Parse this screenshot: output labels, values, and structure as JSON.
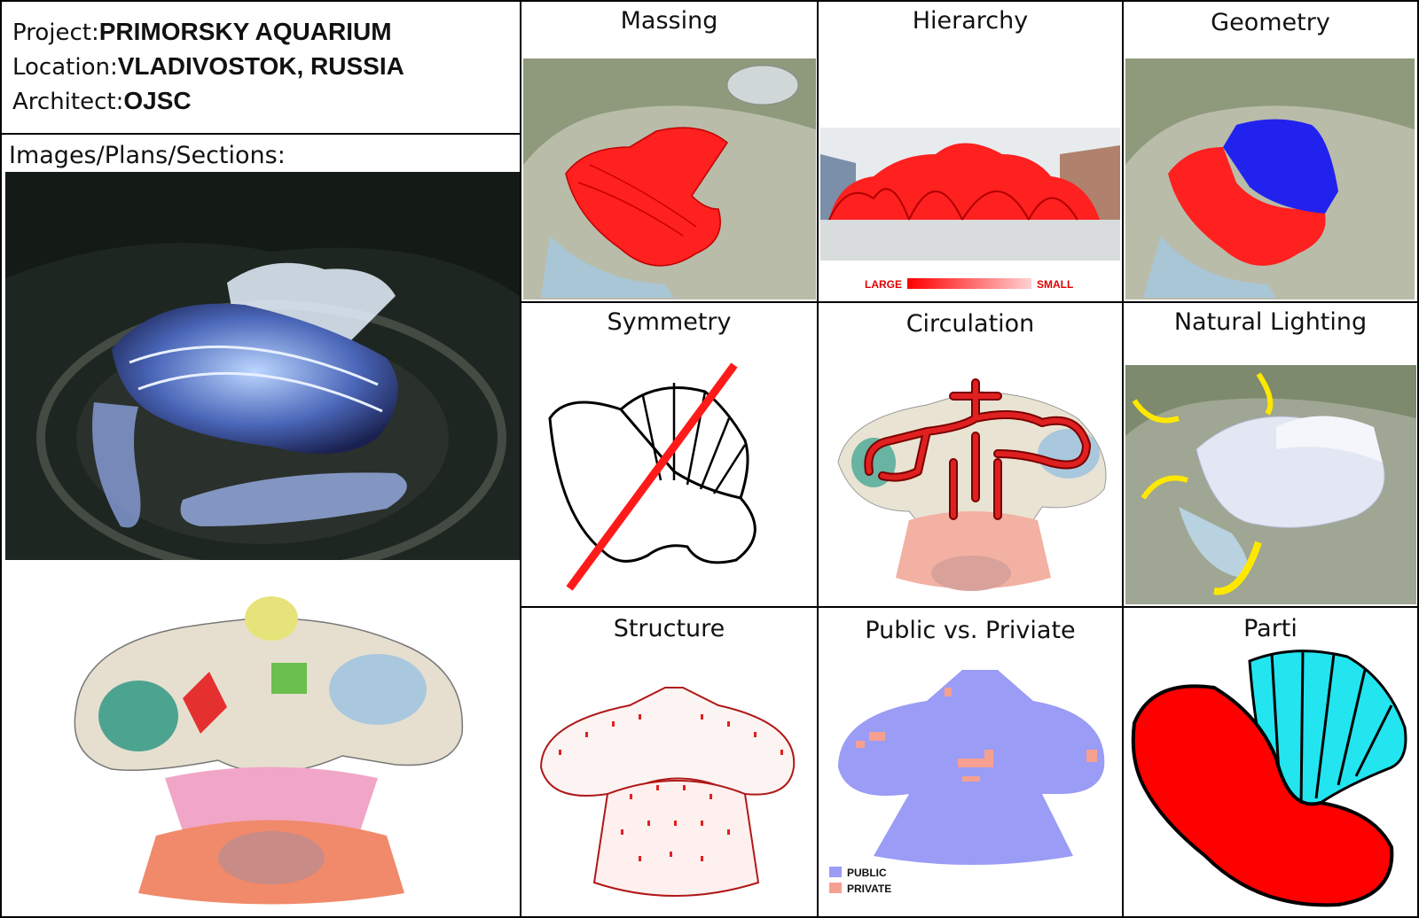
{
  "project": {
    "project_label": "Project:",
    "project_name": "PRIMORSKY AQUARIUM",
    "location_label": "Location:",
    "location_value": "VLADIVOSTOK, RUSSIA",
    "architect_label": "Architect:",
    "architect_value": "OJSC"
  },
  "images_heading": "Images/Plans/Sections:",
  "panels": {
    "massing": "Massing",
    "hierarchy": "Hierarchy",
    "geometry": "Geometry",
    "symmetry": "Symmetry",
    "circulation": "Circulation",
    "natural_lighting": "Natural Lighting",
    "structure": "Structure",
    "public_private": "Public vs. Priviate",
    "parti": "Parti"
  },
  "hierarchy_scale": {
    "large": "LARGE",
    "small": "SMALL"
  },
  "public_private_legend": {
    "public": "PUBLIC",
    "private": "PRIVATE"
  },
  "colors": {
    "massing_red": "#ff2020",
    "geometry_blue": "#2222ee",
    "parti_cyan": "#22e5f0",
    "public_violet": "#9a9cf5",
    "private_salmon": "#f5a090",
    "arrow_yellow": "#ffe800"
  }
}
